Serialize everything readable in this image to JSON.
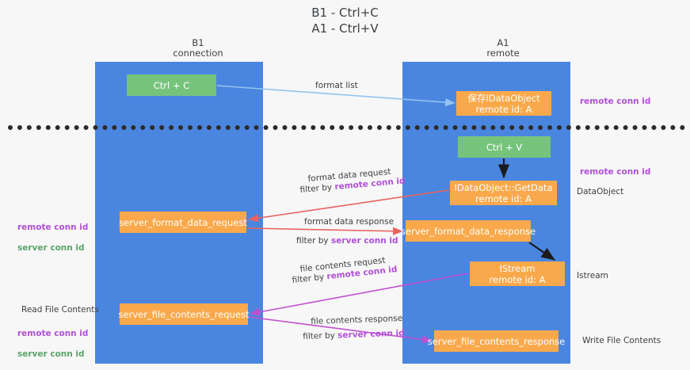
{
  "title": "B1 - Ctrl+C\nA1 - Ctrl+V",
  "columns": {
    "left": "B1\nconnection",
    "right": "A1\nremote"
  },
  "nodes": {
    "ctrl_c": "Ctrl + C",
    "save_dataobject": "保存IDataObject\nremote id: A",
    "ctrl_v": "Ctrl + V",
    "getdata": "IDataObject::GetData\nremote id: A",
    "server_format_data_request": "server_format_data_request",
    "server_format_data_response": "server_format_data_response",
    "istream": "IStream\nremote id: A",
    "server_file_contents_request": "server_file_contents_request",
    "server_file_contents_response": "server_file_contents_response"
  },
  "edge_labels": {
    "format_list": "format list",
    "format_data_request": "format data request",
    "format_data_request_filter_prefix": "filter by ",
    "format_data_request_filter_value": "remote conn id",
    "format_data_response": "format data response",
    "format_data_response_filter_prefix": "filter by ",
    "format_data_response_filter_value": "server conn id",
    "file_contents_request": "file contents request",
    "file_contents_request_filter_prefix": "filter by ",
    "file_contents_request_filter_value": "remote conn id",
    "file_contents_response": "file contents response",
    "file_contents_response_filter_prefix": "filter by ",
    "file_contents_response_filter_value": "server conn id"
  },
  "side_labels": {
    "remote_conn_id_top": "remote conn id",
    "remote_conn_id_mid": "remote conn id",
    "dataobject": "DataObject",
    "istream": "Istream",
    "write_file_contents": "Write File Contents",
    "read_file_contents": "Read File Contents",
    "left_remote_conn_id": "remote conn id",
    "left_server_conn_id": "server conn id",
    "left_remote_conn_id_2": "remote conn id",
    "left_server_conn_id_2": "server conn id"
  },
  "colors": {
    "lane": "#4a86e0",
    "green_box": "#76c47c",
    "orange_box": "#f9a94b",
    "purple_text": "#b14fd8",
    "green_text": "#5aa469",
    "red_arrow": "#e8635f",
    "magenta_arrow": "#c24fd0",
    "light_blue_arrow": "#93c3ee",
    "black_arrow": "#1b1b1b",
    "background": "#f7f7f7"
  }
}
